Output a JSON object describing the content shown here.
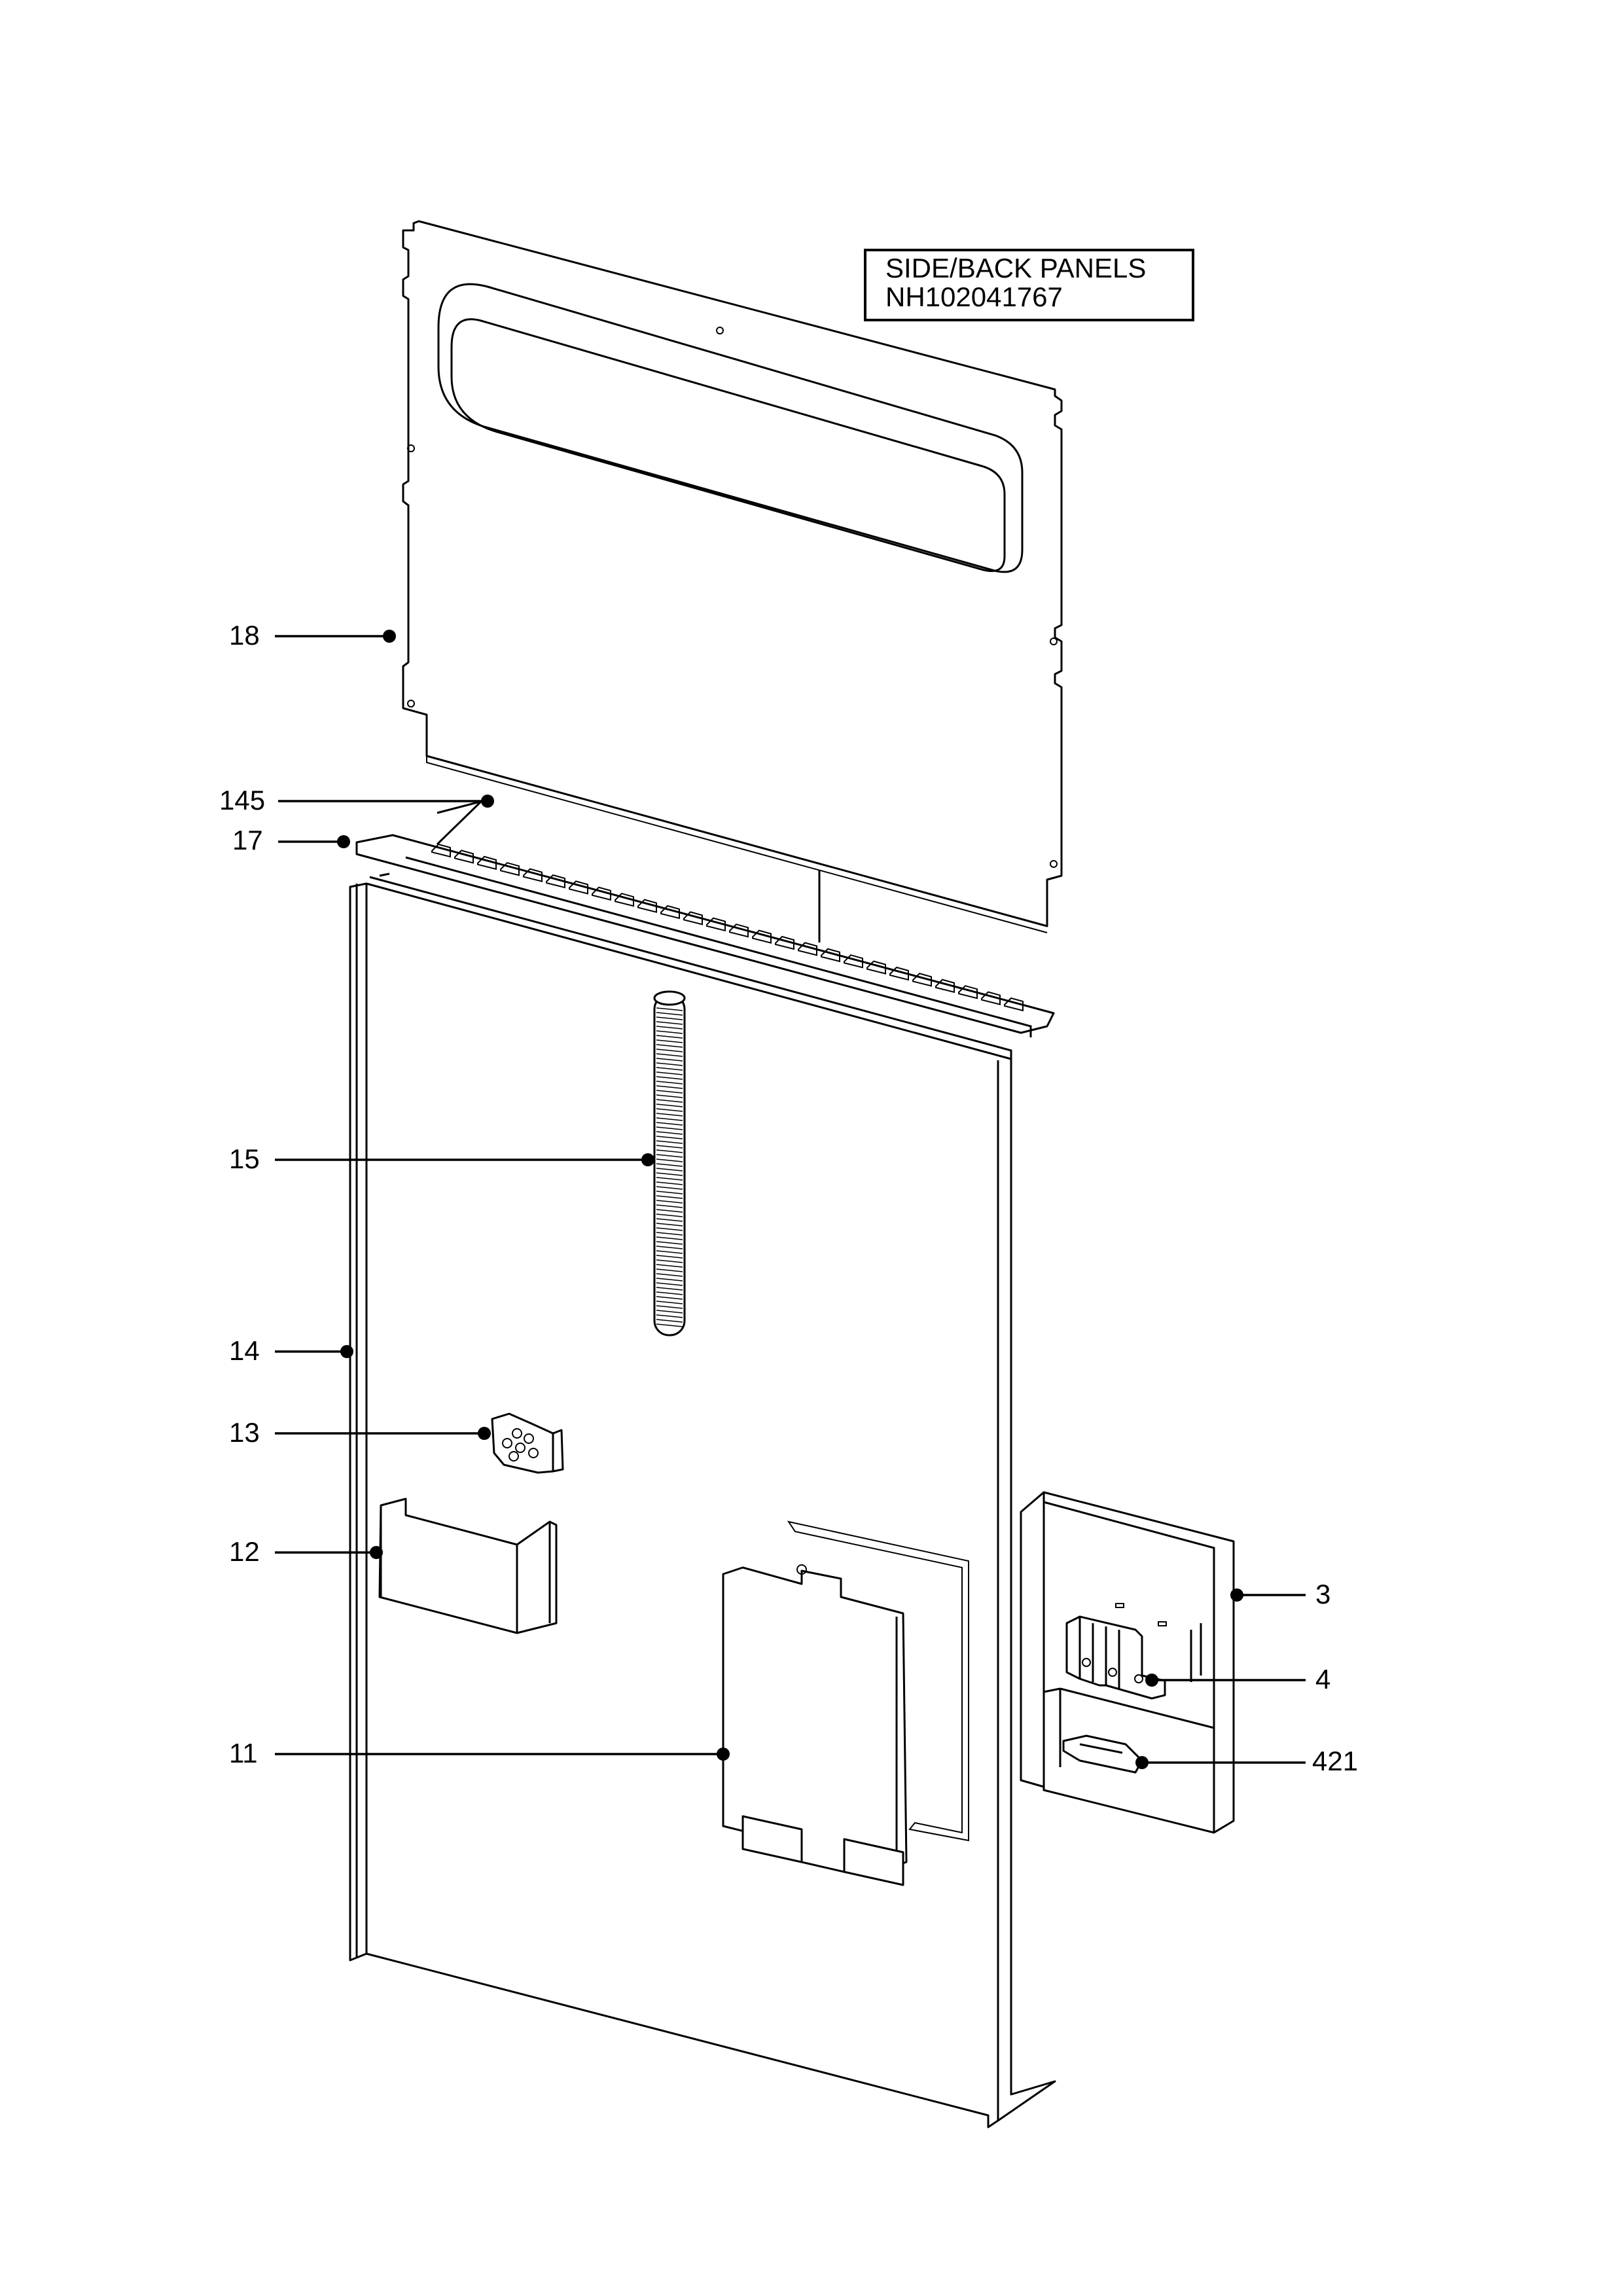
{
  "title_box": {
    "line1": "SIDE/BACK PANELS",
    "line2": "NH102041767"
  },
  "callouts": [
    {
      "id": "18",
      "label": "18"
    },
    {
      "id": "145",
      "label": "145"
    },
    {
      "id": "17",
      "label": "17"
    },
    {
      "id": "15",
      "label": "15"
    },
    {
      "id": "14",
      "label": "14"
    },
    {
      "id": "13",
      "label": "13"
    },
    {
      "id": "12",
      "label": "12"
    },
    {
      "id": "11",
      "label": "11"
    },
    {
      "id": "3",
      "label": "3"
    },
    {
      "id": "4",
      "label": "4"
    },
    {
      "id": "421",
      "label": "421"
    }
  ]
}
